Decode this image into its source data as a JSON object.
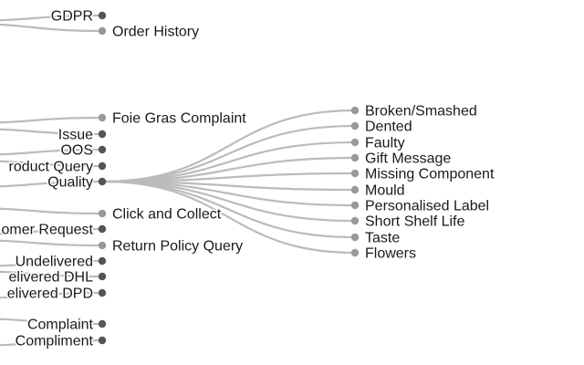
{
  "tree": {
    "top_nodes": [
      {
        "label": "GDPR",
        "expanded": true
      },
      {
        "label": "Order History",
        "expanded": false
      }
    ],
    "mid_nodes": [
      {
        "label": "Foie Gras Complaint",
        "expanded": false
      },
      {
        "label": "Issue",
        "expanded": true
      },
      {
        "label": "OOS",
        "expanded": true
      },
      {
        "label": "roduct Query",
        "expanded": true
      },
      {
        "label": "Quality",
        "expanded": true
      },
      {
        "label": "Click and Collect",
        "expanded": false
      },
      {
        "label": "omer Request",
        "expanded": true
      },
      {
        "label": "Return Policy Query",
        "expanded": false
      },
      {
        "label": "Undelivered",
        "expanded": true
      },
      {
        "label": "elivered DHL",
        "expanded": true
      },
      {
        "label": "elivered DPD",
        "expanded": true
      },
      {
        "label": "Complaint",
        "expanded": true
      },
      {
        "label": "Compliment",
        "expanded": true
      }
    ],
    "quality_children": [
      {
        "label": "Broken/Smashed"
      },
      {
        "label": "Dented"
      },
      {
        "label": "Faulty"
      },
      {
        "label": "Gift Message"
      },
      {
        "label": "Missing Component"
      },
      {
        "label": "Mould"
      },
      {
        "label": "Personalised Label"
      },
      {
        "label": "Short Shelf Life"
      },
      {
        "label": "Taste"
      },
      {
        "label": "Flowers"
      }
    ]
  }
}
